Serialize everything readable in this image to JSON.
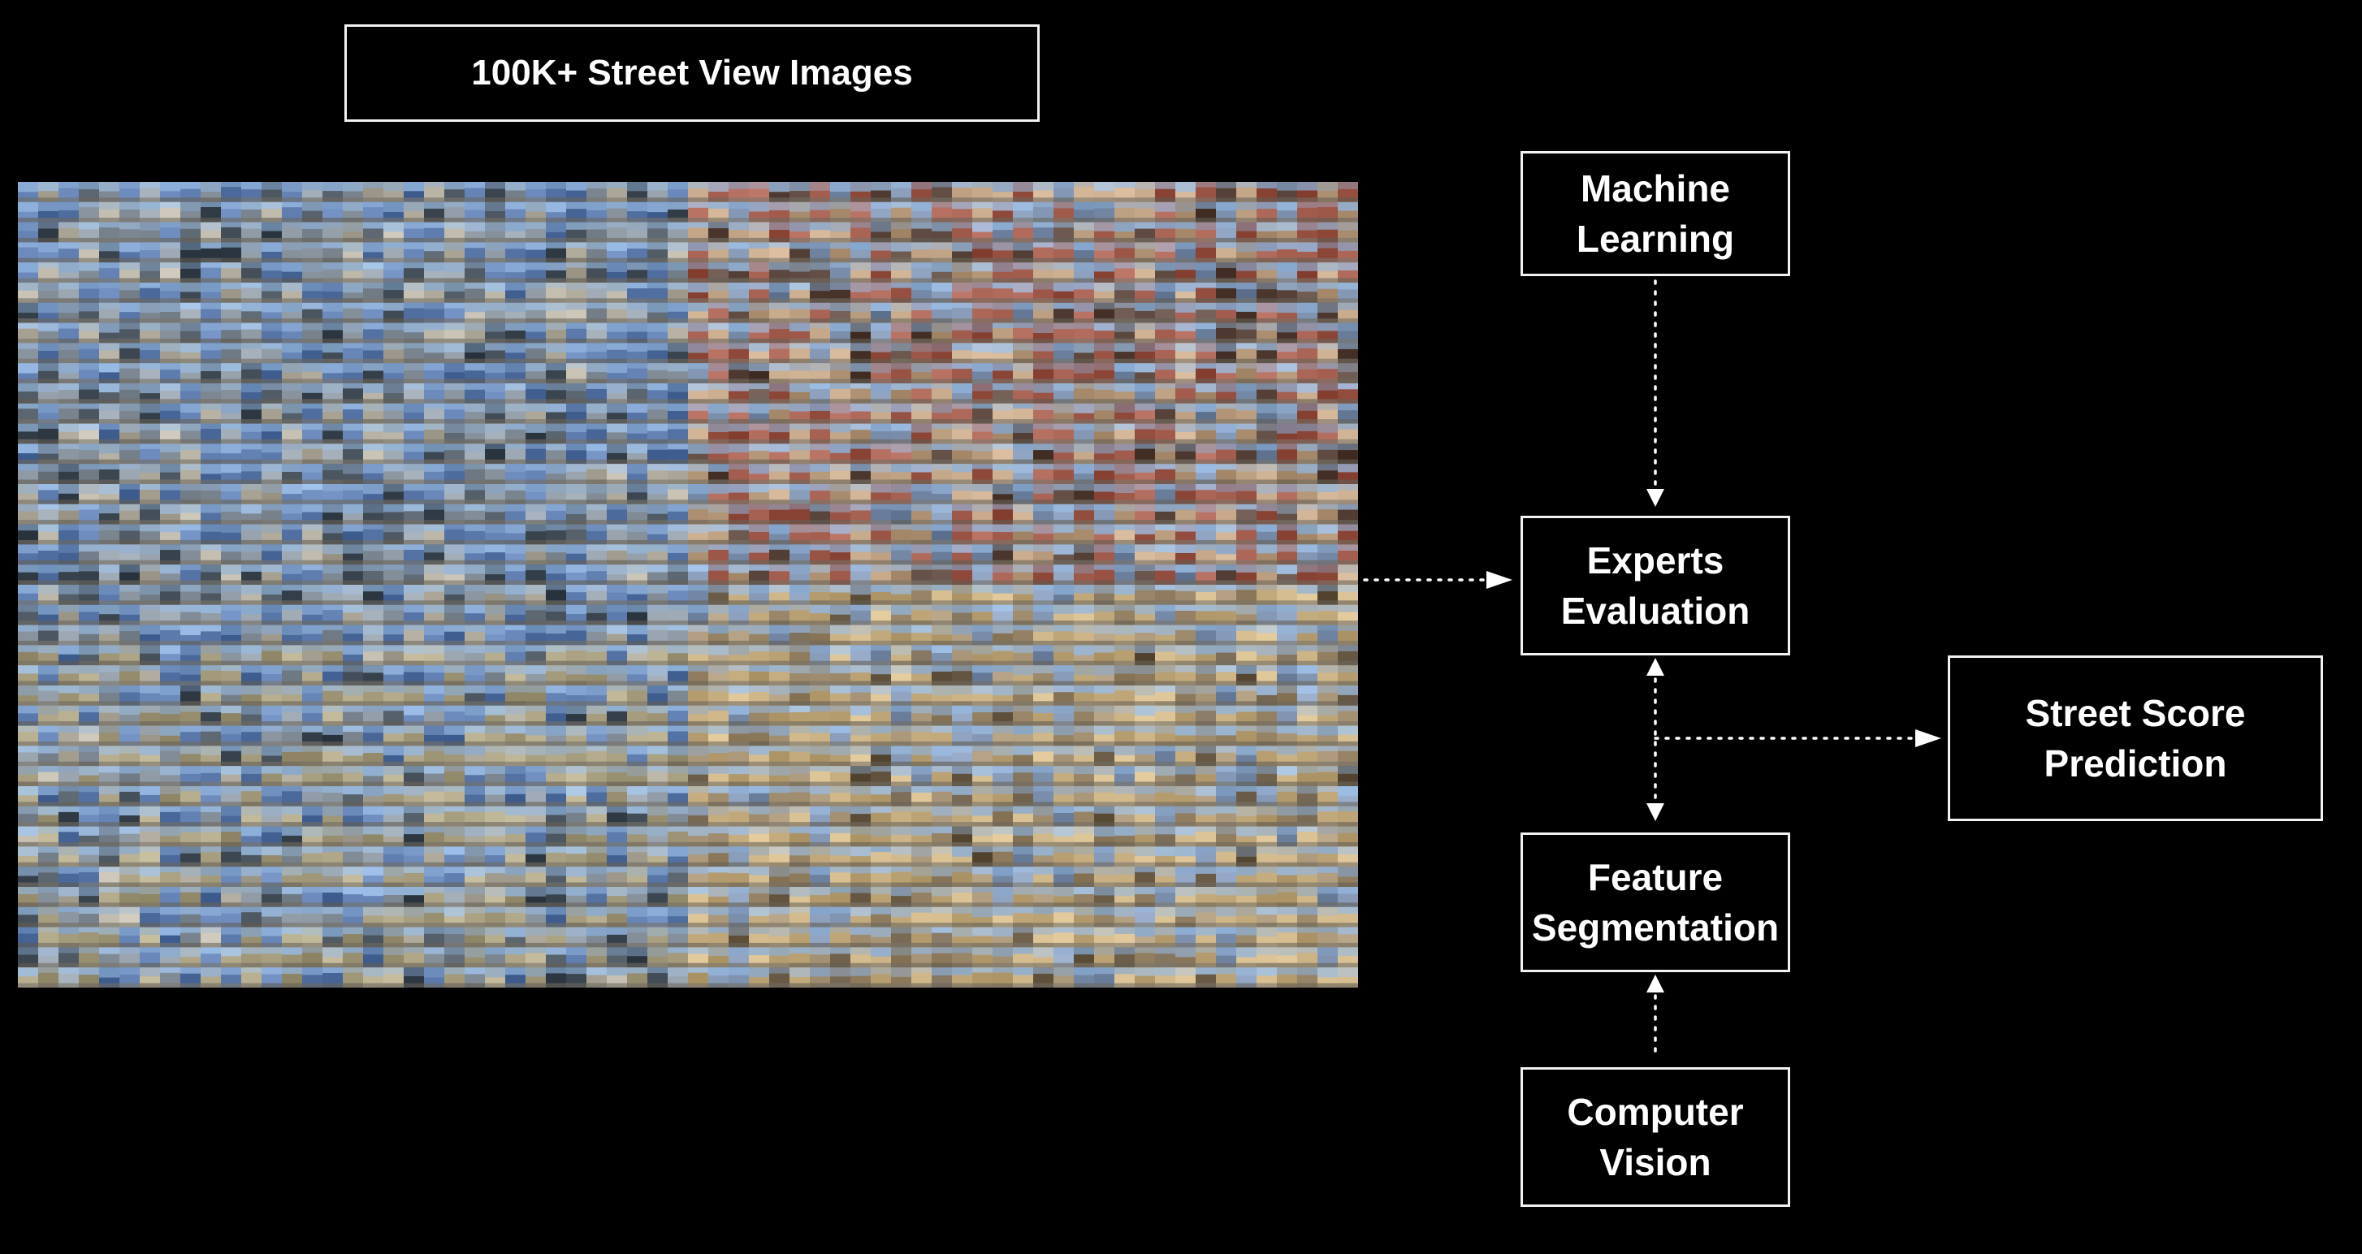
{
  "title": "100K+ Street View Images",
  "nodes": {
    "machine_learning": [
      "Machine",
      "Learning"
    ],
    "experts_evaluation": [
      "Experts",
      "Evaluation"
    ],
    "feature_segmentation": [
      "Feature",
      "Segmentation"
    ],
    "computer_vision": [
      "Computer",
      "Vision"
    ],
    "street_score": [
      "Street Score",
      "Prediction"
    ]
  },
  "colors": {
    "background": "#000000",
    "box_border": "#f2f2f2",
    "text": "#ffffff",
    "connector": "#ffffff"
  },
  "mosaic": {
    "description_icon": "street-view-image-mosaic"
  }
}
